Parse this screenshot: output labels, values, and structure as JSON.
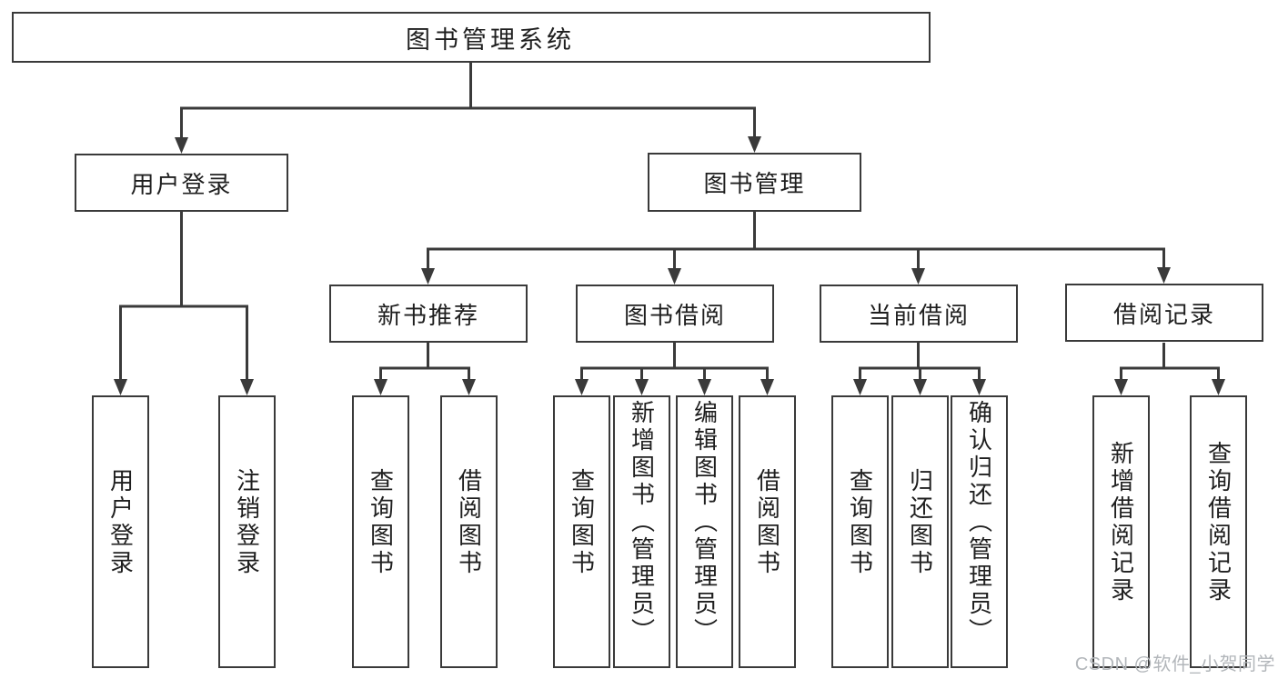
{
  "diagram": {
    "root": "图书管理系统",
    "user_login": {
      "label": "用户登录",
      "children": [
        "用户登录",
        "注销登录"
      ]
    },
    "book_mgmt": {
      "label": "图书管理",
      "sections": [
        {
          "label": "新书推荐",
          "children": [
            "查询图书",
            "借阅图书"
          ]
        },
        {
          "label": "图书借阅",
          "children": [
            "查询图书",
            "新增图书（管理员）",
            "编辑图书（管理员）",
            "借阅图书"
          ]
        },
        {
          "label": "当前借阅",
          "children": [
            "查询图书",
            "归还图书",
            "确认归还（管理员）"
          ]
        },
        {
          "label": "借阅记录",
          "children": [
            "新增借阅记录",
            "查询借阅记录"
          ]
        }
      ]
    },
    "watermark": "CSDN @软件_小贺同学",
    "colors": {
      "line": "#3a3a3a",
      "text": "#1f1f1f",
      "watermark": "#b2b6ba",
      "background": "#ffffff"
    }
  }
}
